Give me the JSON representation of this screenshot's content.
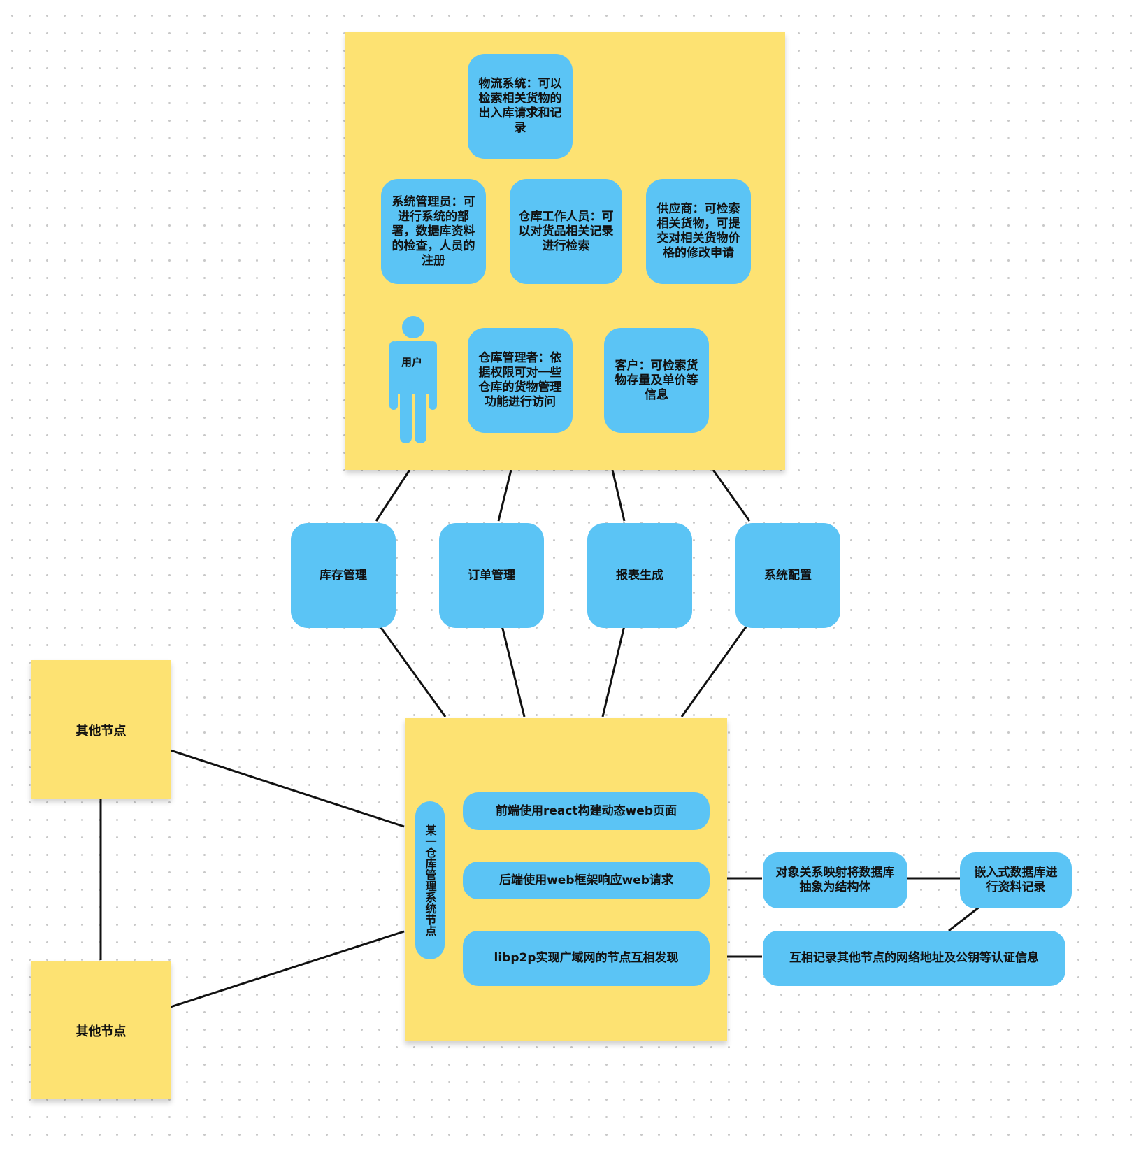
{
  "diagram": {
    "top_panel": {
      "logistics_system": "物流系统：可以检索相关货物的出入库请求和记录",
      "system_admin": "系统管理员：可进行系统的部署，数据库资料的检查，人员的注册",
      "warehouse_staff": "仓库工作人员：可以对货品相关记录进行检索",
      "supplier": "供应商：可检索相关货物，可提交对相关货物价格的修改申请",
      "user_label": "用户",
      "warehouse_manager": "仓库管理者：依据权限可对一些仓库的货物管理功能进行访问",
      "customer": "客户：可检索货物存量及单价等信息"
    },
    "modules": {
      "inventory": "库存管理",
      "orders": "订单管理",
      "reports": "报表生成",
      "config": "系统配置"
    },
    "node_panel": {
      "title": "某一仓库管理系统节点",
      "frontend": "前端使用react构建动态web页面",
      "backend": "后端使用web框架响应web请求",
      "p2p": "libp2p实现广域网的节点互相发现"
    },
    "side_nodes": {
      "other_node_top": "其他节点",
      "other_node_bottom": "其他节点"
    },
    "extensions": {
      "orm": "对象关系映射将数据库抽象为结构体",
      "embedded_db": "嵌入式数据库进行资料记录",
      "peer_records": "互相记录其他节点的网络地址及公钥等认证信息"
    },
    "colors": {
      "sticky": "#fde272",
      "node": "#5bc4f5",
      "line": "#111111"
    },
    "icons": [
      "user-icon"
    ]
  }
}
